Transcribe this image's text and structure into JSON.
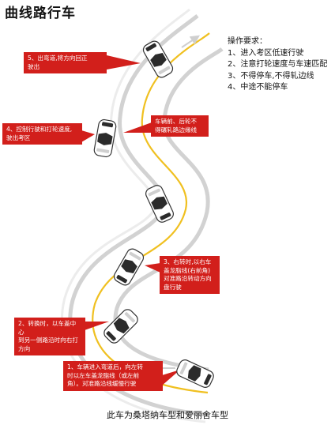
{
  "title": "曲线路行车",
  "requirements": {
    "heading": "操作要求：",
    "items": [
      "1、进入考区低速行驶",
      "2、注意打轮速度与车速匹配",
      "3、不得停车,不得轧边线",
      "4、中途不能停车"
    ]
  },
  "notes": {
    "n5": [
      "5、出弯道,将方向回正",
      "驶出"
    ],
    "n4": [
      "4、控制行驶和打轮速度,",
      "驶出考区"
    ],
    "nwheel": [
      "车辆前、后轮不",
      "得碾轧路边缘线"
    ],
    "n3": [
      "3、右转时,以右车",
      "盖龙脂线(右前角)",
      "对准路沿转动方向",
      "盘行驶"
    ],
    "n2": [
      "2、转换时，以车盖中心",
      "到另一侧路沿时向右打",
      "方向"
    ],
    "n1": [
      "1、车辆进入弯道后，向左转",
      "时以左车盖龙脂线（或左前",
      "角）。对准路沿线缓慢行驶"
    ]
  },
  "caption": "此车为桑塔纳车型和爱丽舍车型",
  "colors": {
    "note_bg": "#d21f1b",
    "road_edge": "#d2d2d2",
    "centerline": "#f0c020",
    "arrow": "#cfcfcf"
  }
}
